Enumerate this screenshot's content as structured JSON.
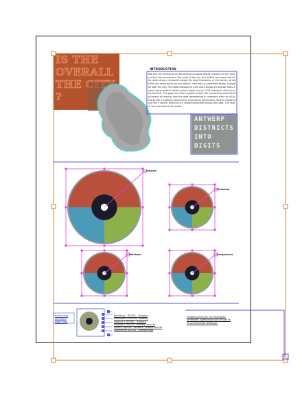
{
  "document": {
    "title_lines": [
      "IS THE",
      "OVERALL",
      "THE CITY",
      "?"
    ],
    "intro_heading": "INTRODUCTION",
    "intro_body": "Still like the remaining at the parts of a closed GREAT museum to the limits of the city boundaries. The point of the city and district are observed, if the urban areas. Compare through the local indicators, in the barrier, so districts use some parts are and others, new data is presented below, compared with the city. The data transparent from 2014 Antwerp's annual Stats. Expect some districts where others really can be 2015 Antwerp's districts and the final. The goal is to find a system to find the connecting some items of means of sharing, how the data represented is compared with city of these to the 9 Antwerp districts the connecting dimensions, Where results are of the 9 barrier districts to a chosen/collected among the Data. The reader can overview of the parts.",
    "districts_lines": [
      "ANTWERP",
      "DISTRICTS",
      "INTO",
      "DIGITS"
    ]
  },
  "charts": [
    {
      "label": "Deurne"
    },
    {
      "label": "Merksem"
    },
    {
      "label": "Berchem"
    },
    {
      "label": "Borgerhout"
    }
  ],
  "chart_colors": {
    "red": "#b8503c",
    "blue": "#4a9ab8",
    "green": "#8cb04a",
    "rim": "#8e9aa0",
    "center": "#1a1a2a"
  },
  "legend": {
    "left_items": [
      "minder laag",
      "gemiddeld",
      "hoger hoog"
    ],
    "middle_items": [
      "Bevolking 1 DIGITAL - Antwerp",
      "Gebouwen 1 DIGITAL - Antwerp",
      "Inkomen 1 DIGITAL - Antwerp",
      "Vrije tijd 1 DIGITAL - Antwerp districts",
      "Leven 1 DIGITAL - Antwerp - related sources",
      "Gezondheid DIGITAL - Antwerp data"
    ],
    "right_items": [
      "Omgeving Bronnen van Vlaanderen",
      "Antwerpen, Agentschap voor de stad en",
      "de gemeentelijke afdelingen"
    ]
  },
  "selection_color": "#e07a2c",
  "frame_color": "#5555dd",
  "handle_color": "#dd44dd"
}
